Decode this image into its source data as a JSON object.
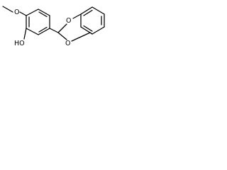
{
  "molecule": {
    "atoms": {
      "methoxy_oxygen": "O",
      "hydroxyl": "HO",
      "ring_oxygen_top": "O",
      "ring_oxygen_bottom": "O"
    },
    "colors": {
      "bond": "#000000",
      "label": "#000000",
      "background": "#ffffff"
    }
  }
}
